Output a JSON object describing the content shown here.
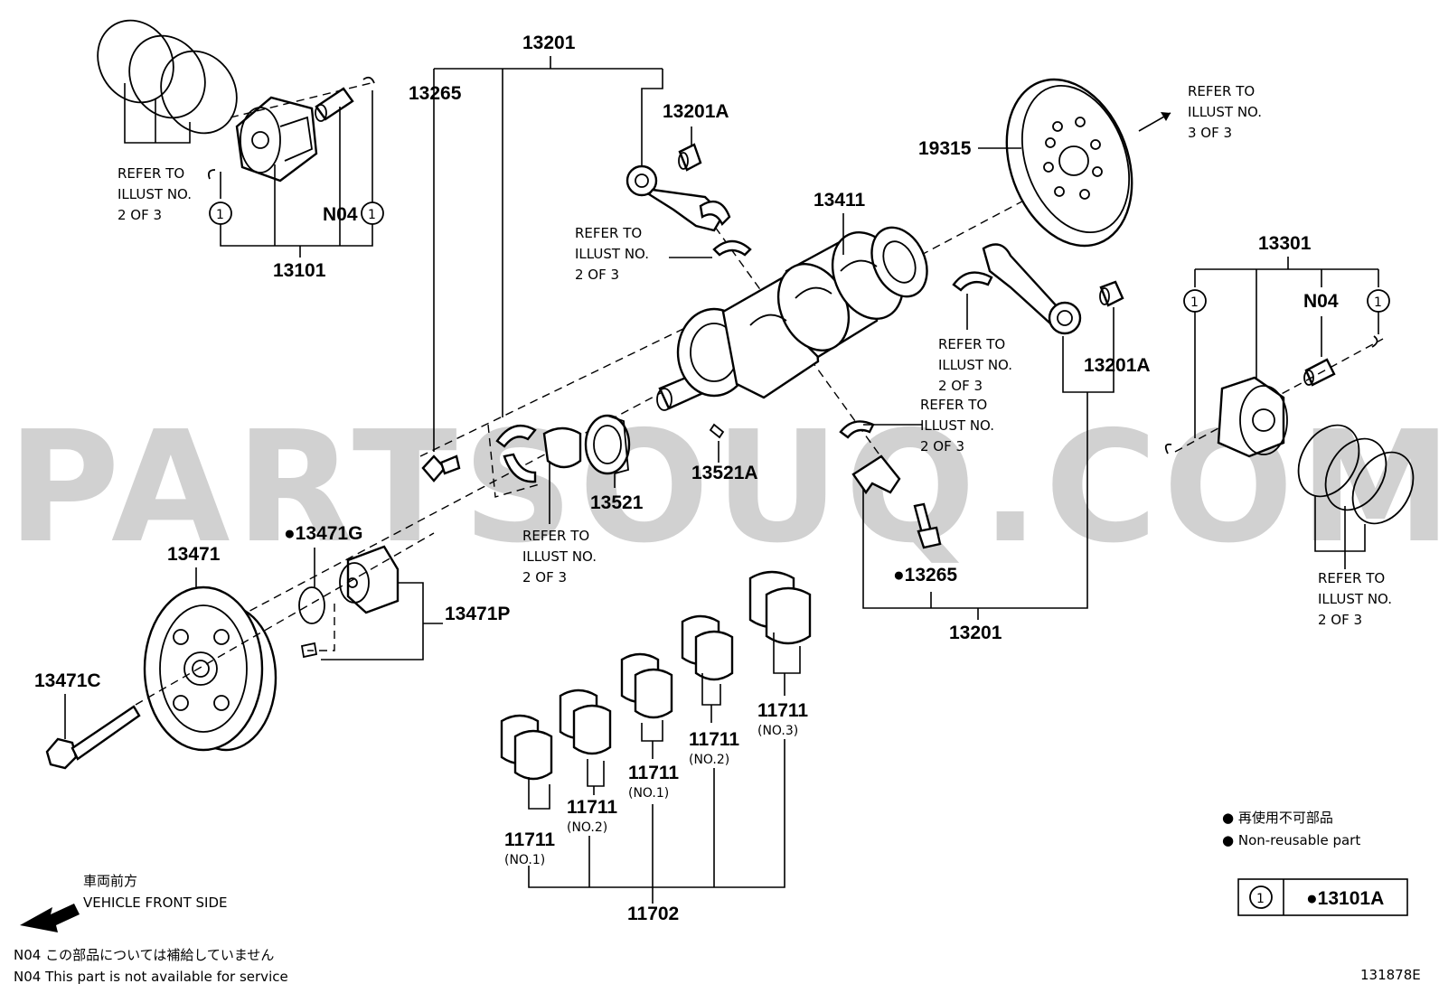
{
  "watermark": "PARTSOUQ.COM",
  "labels": {
    "p13201_top": "13201",
    "p13265_top": "13265",
    "p13201a_top": "13201A",
    "p19315": "19315",
    "p13411": "13411",
    "p13301": "13301",
    "p13201a_right": "13201A",
    "p13101": "13101",
    "n04_left": "N04",
    "n04_right": "N04",
    "p13521": "13521",
    "p13521a": "13521A",
    "p13471g": "●13471G",
    "p13471": "13471",
    "p13471p": "13471P",
    "p13471c": "13471C",
    "p13265_bottom": "●13265",
    "p13201_bottom": "13201",
    "p11711_a": "11711",
    "p11711_a_sub": "(NO.1)",
    "p11711_b": "11711",
    "p11711_b_sub": "(NO.2)",
    "p11711_c": "11711",
    "p11711_c_sub": "(NO.1)",
    "p11711_d": "11711",
    "p11711_d_sub": "(NO.2)",
    "p11711_e": "11711",
    "p11711_e_sub": "(NO.3)",
    "p11702": "11702",
    "circle_one": "1"
  },
  "refer_notes": {
    "refer_to": "REFER TO",
    "illust_no": "ILLUST NO.",
    "two_of_3": "2 OF 3",
    "three_of_3": "3 OF 3"
  },
  "legend": {
    "non_reusable_jp": "● 再使用不可部品",
    "non_reusable_en": "● Non-reusable part",
    "table_key": "1",
    "table_value": "●13101A"
  },
  "front": {
    "jp": "車両前方",
    "en": "VEHICLE FRONT SIDE"
  },
  "notes": {
    "n04_jp": "N04  この部品については補給していません",
    "n04_en": "N04  This part is not available for service"
  },
  "figure_id": "131878E"
}
